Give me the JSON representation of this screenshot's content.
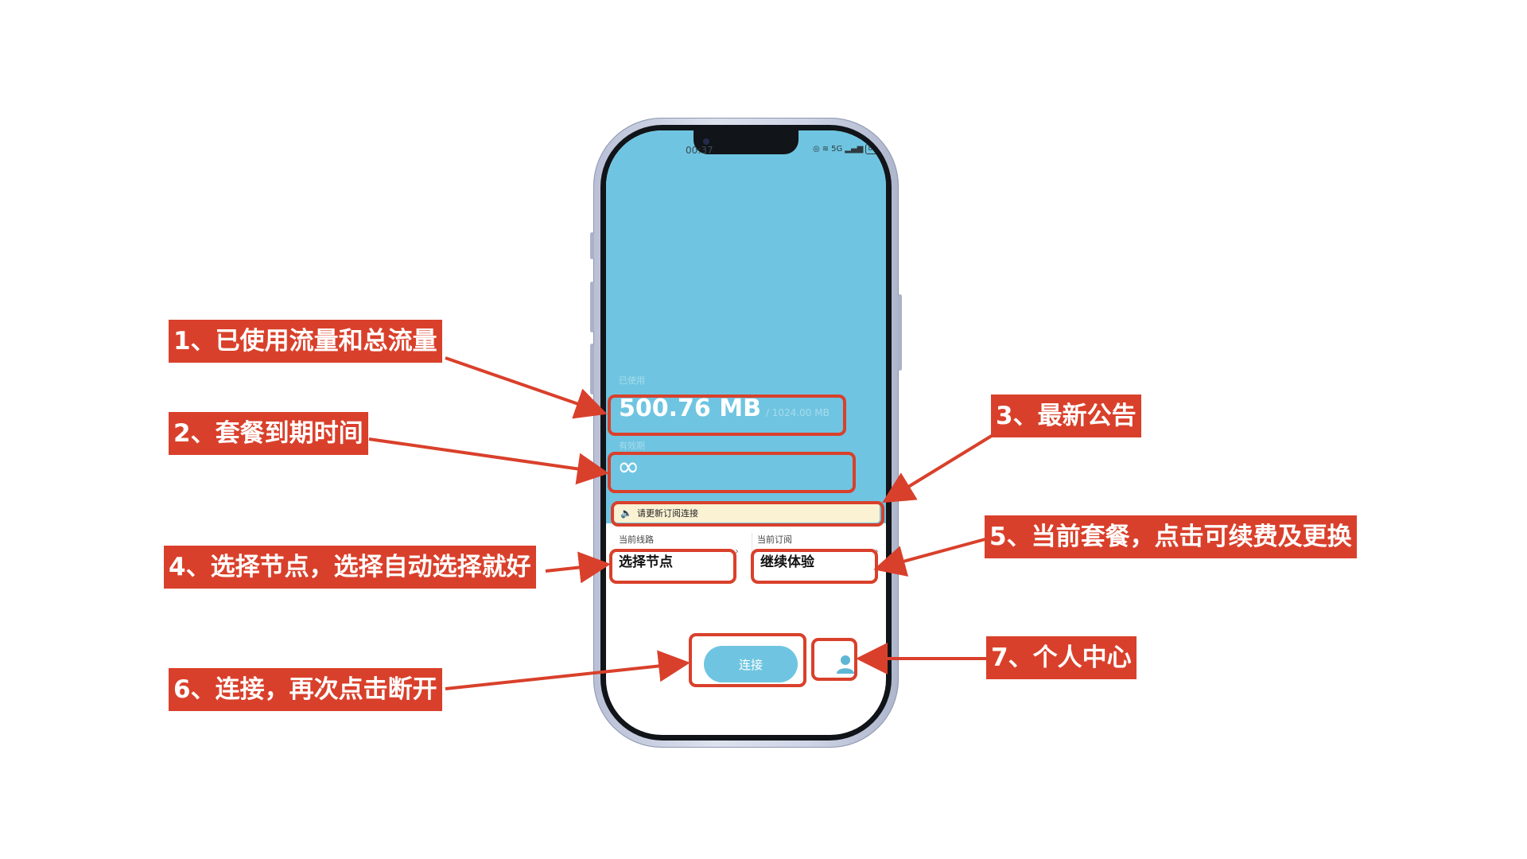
{
  "status_bar": {
    "time": "00:37",
    "network": "5G",
    "battery": "83"
  },
  "usage": {
    "label": "已使用",
    "used": "500.76 MB",
    "total": "/ 1024.00 MB"
  },
  "validity": {
    "label": "有效期",
    "value": "∞"
  },
  "notice": {
    "icon": "speaker-icon",
    "text": "请更新订阅连接"
  },
  "route": {
    "label": "当前线路",
    "value": "选择节点"
  },
  "subscription": {
    "label": "当前订阅",
    "value": "继续体验"
  },
  "connect": {
    "label": "连接"
  },
  "profile": {
    "icon": "user-icon"
  },
  "colors": {
    "accent": "#6fc5e1",
    "annotation": "#d9402b",
    "notice_bg": "#fbf2d3"
  },
  "annotations": [
    {
      "text": "1、已使用流量和总流量"
    },
    {
      "text": "2、套餐到期时间"
    },
    {
      "text": "3、最新公告"
    },
    {
      "text": "4、选择节点，选择自动选择就好"
    },
    {
      "text": "5、当前套餐，点击可续费及更换"
    },
    {
      "text": "6、连接，再次点击断开"
    },
    {
      "text": "7、个人中心"
    }
  ]
}
